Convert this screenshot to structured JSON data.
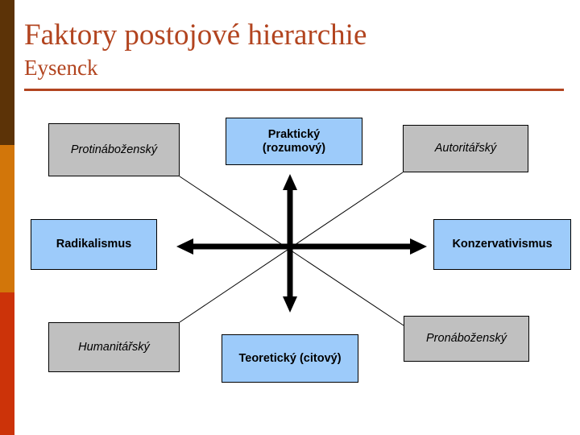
{
  "slide": {
    "title": "Faktory postojové hierarchie",
    "subtitle": "Eysenck",
    "title_color": "#B2441F",
    "background": "#FFFFFF"
  },
  "sidebar": {
    "bands": [
      {
        "name": "band-dark-brown",
        "color": "#5C3307"
      },
      {
        "name": "band-orange",
        "color": "#D2760A"
      },
      {
        "name": "band-red-orange",
        "color": "#CC3309"
      }
    ]
  },
  "diagram": {
    "type": "axes-quadrant",
    "colors": {
      "gray_node": "#C0C0C0",
      "blue_node": "#9DCBFA",
      "border": "#000000",
      "arrow": "#000000",
      "diagonal_line": "#000000"
    },
    "nodes": [
      {
        "id": "protinabozensky",
        "label": "Protináboženský",
        "style": "gray",
        "position": "top-left"
      },
      {
        "id": "prakticky",
        "label": "Praktický\n(rozumový)",
        "line1": "Praktický",
        "line2": "(rozumový)",
        "style": "blue",
        "position": "top-center"
      },
      {
        "id": "autoritarsky",
        "label": "Autoritářský",
        "style": "gray",
        "position": "top-right"
      },
      {
        "id": "radikalismus",
        "label": "Radikalismus",
        "style": "blue",
        "position": "middle-left"
      },
      {
        "id": "konzervativismus",
        "label": "Konzervativismus",
        "style": "blue",
        "position": "middle-right"
      },
      {
        "id": "humanitarsky",
        "label": "Humanitářský",
        "style": "gray",
        "position": "bottom-left"
      },
      {
        "id": "teoreticky",
        "label": "Teoretický (citový)",
        "style": "blue",
        "position": "bottom-center"
      },
      {
        "id": "pronabozensky",
        "label": "Pronáboženský",
        "style": "gray",
        "position": "bottom-right"
      }
    ],
    "axes": [
      {
        "name": "vertical-axis",
        "from": "Teoretický (citový)",
        "to": "Praktický (rozumový)",
        "arrows": "both"
      },
      {
        "name": "horizontal-axis",
        "from": "Radikalismus",
        "to": "Konzervativismus",
        "arrows": "both"
      }
    ],
    "diagonals": [
      {
        "name": "diagonal-protinabozensky-pronabozensky",
        "from": "Protináboženský",
        "to": "Pronáboženský"
      },
      {
        "name": "diagonal-humanitarsky-autoritarsky",
        "from": "Humanitářský",
        "to": "Autoritářský"
      }
    ]
  }
}
